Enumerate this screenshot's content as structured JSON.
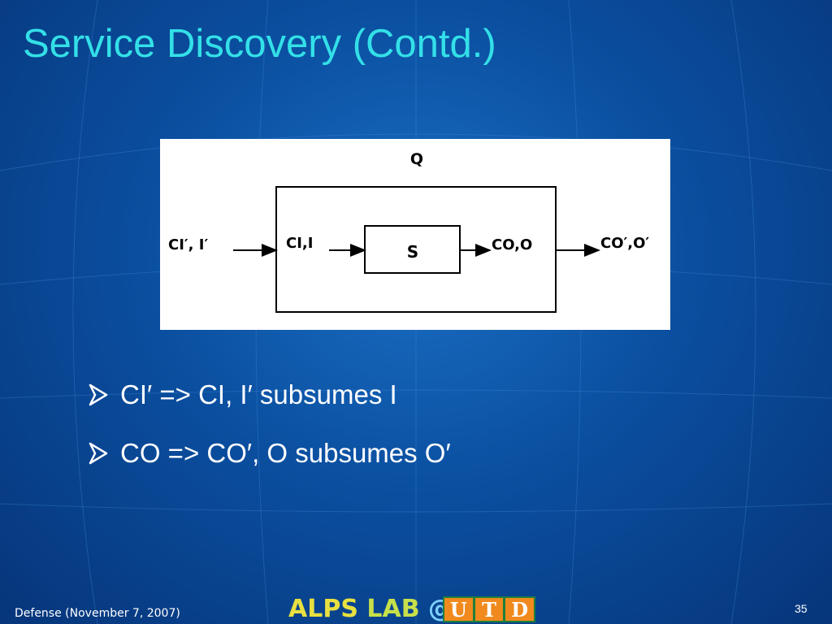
{
  "slide": {
    "title": "Service Discovery (Contd.)",
    "footer": "Defense (November 7, 2007)",
    "page_number": "35"
  },
  "diagram": {
    "outer_label": "Q",
    "inner_label": "S",
    "input_outer": "CI′, I′",
    "input_inner": "CI,I",
    "output_inner": "CO,O",
    "output_outer": "CO′,O′"
  },
  "bullets": [
    "CI′ => CI,  I′ subsumes I",
    "CO => CO′, O subsumes O′"
  ],
  "logo": {
    "text_parts": [
      "ALPS",
      "LAB",
      "@"
    ],
    "utd_letters": [
      "U",
      "T",
      "D"
    ]
  },
  "colors": {
    "title": "#33e0e8",
    "background": "#0b4fa0",
    "bullet_arrow": "#ffffff"
  },
  "icons": {
    "bullet": "arrowhead-bullet-icon"
  }
}
